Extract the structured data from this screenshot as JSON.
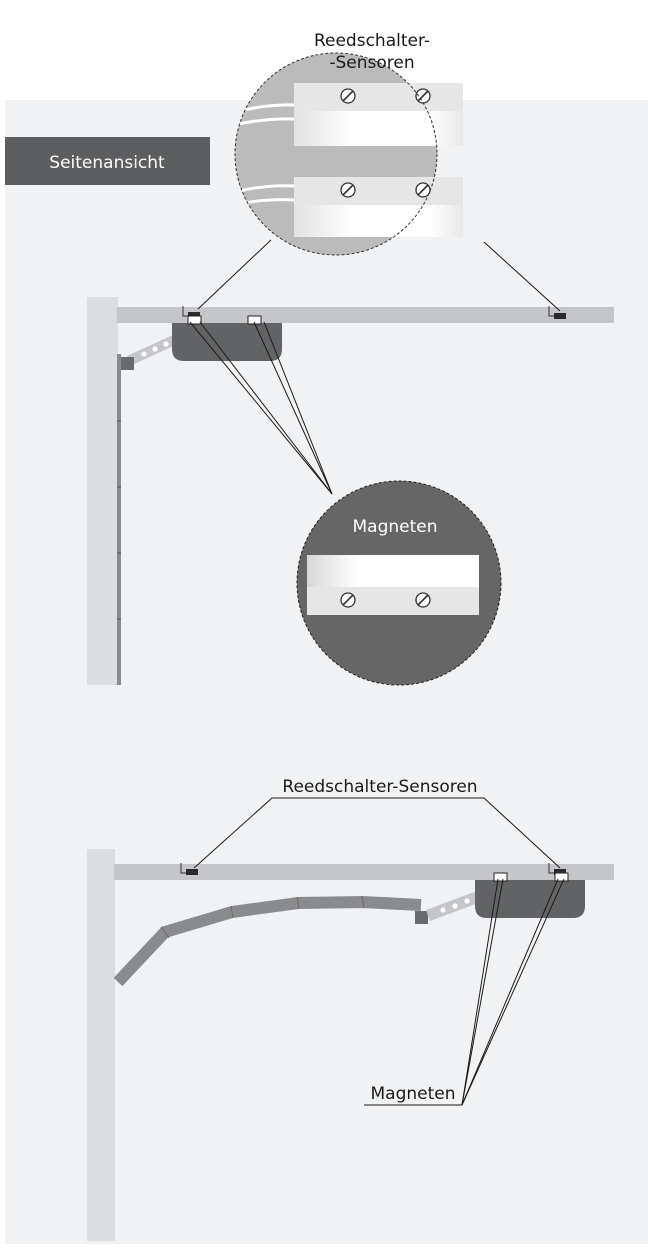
{
  "view_label": "Seitenansicht",
  "top_diagram": {
    "callout_sensors_line1": "Reedschalter-",
    "callout_sensors_line2": "-Sensoren",
    "callout_magnets": "Magneten"
  },
  "bottom_diagram": {
    "label_sensors": "Reedschalter-Sensoren",
    "label_magnets": "Magneten"
  },
  "colors": {
    "panel": "#f1f2f4",
    "rail": "#c4c6c9",
    "wall": "#dcdde0",
    "motor": "#626365",
    "callout_grey": "#bbbbbb",
    "callout_dark": "#666666",
    "label_box": "#5c5d5f",
    "line": "#1a1a1a"
  }
}
